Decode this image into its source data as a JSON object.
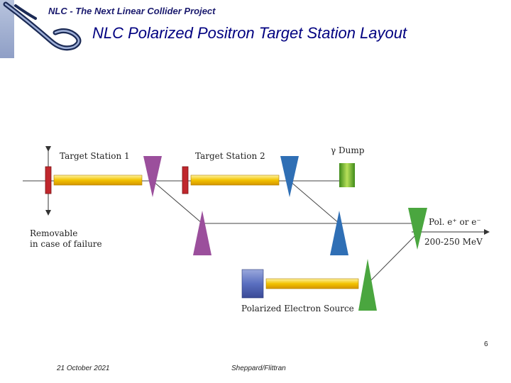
{
  "header": {
    "project": "NLC - The Next Linear Collider Project",
    "title": "NLC Polarized Positron Target Station Layout"
  },
  "diagram": {
    "target_station_1": "Target Station 1",
    "target_station_2": "Target Station 2",
    "gamma_dump": "γ Dump",
    "removable_line1": "Removable",
    "removable_line2": "in case of failure",
    "output_line1": "Pol. e⁺ or e⁻",
    "output_line2": "200-250 MeV",
    "source": "Polarized Electron Source",
    "colors": {
      "magenta_magnet": "#9b4f9c",
      "blue_magnet": "#2f6fb5",
      "green_magnet": "#4aa63f",
      "target": "#c0272d",
      "accelerator": "#f2c200",
      "dump": "#7dbf2e",
      "source_block": "#6b7fc2"
    },
    "icons": [
      "nlc-logo-icon"
    ]
  },
  "footer": {
    "date": "21 October 2021",
    "author": "Sheppard/Flittran",
    "page": "6"
  }
}
